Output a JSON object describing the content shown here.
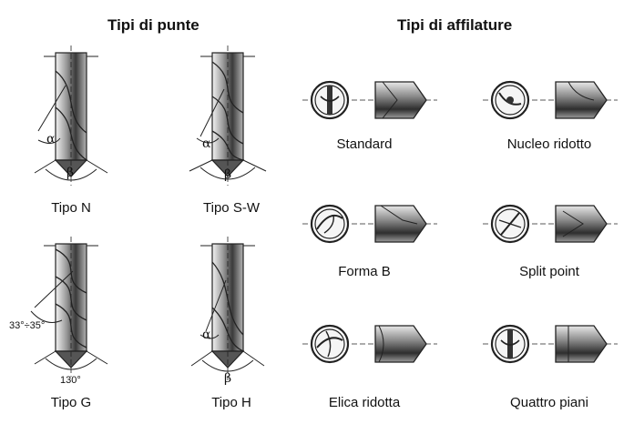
{
  "titles": {
    "drill_types": "Tipi di punte",
    "sharpening_types": "Tipi di affilature"
  },
  "drill_types": [
    {
      "label": "Tipo N",
      "helix_symbol": "α",
      "point_symbol": "β"
    },
    {
      "label": "Tipo S-W",
      "helix_symbol": "α",
      "point_symbol": "β"
    },
    {
      "label": "Tipo G",
      "helix_angle": "33°÷35°",
      "point_angle": "130°"
    },
    {
      "label": "Tipo H",
      "helix_symbol": "α",
      "point_symbol": "β"
    }
  ],
  "sharpening_types": [
    {
      "label": "Standard"
    },
    {
      "label": "Nucleo ridotto"
    },
    {
      "label": "Forma B"
    },
    {
      "label": "Split point"
    },
    {
      "label": "Elica ridotta"
    },
    {
      "label": "Quattro piani"
    }
  ]
}
